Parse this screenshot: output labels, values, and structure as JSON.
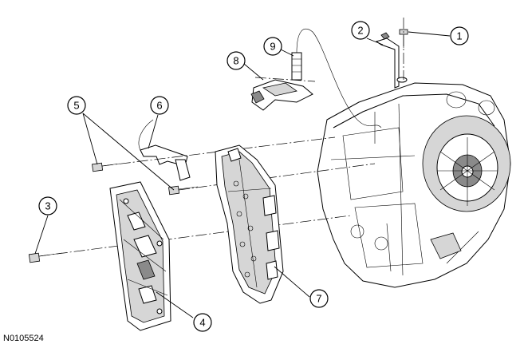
{
  "figure": {
    "id": "N0105524",
    "callouts": [
      "1",
      "2",
      "3",
      "4",
      "5",
      "6",
      "7",
      "8",
      "9"
    ]
  },
  "colors": {
    "line": "#000000",
    "background": "#ffffff",
    "shade": "#d6d6d6"
  }
}
